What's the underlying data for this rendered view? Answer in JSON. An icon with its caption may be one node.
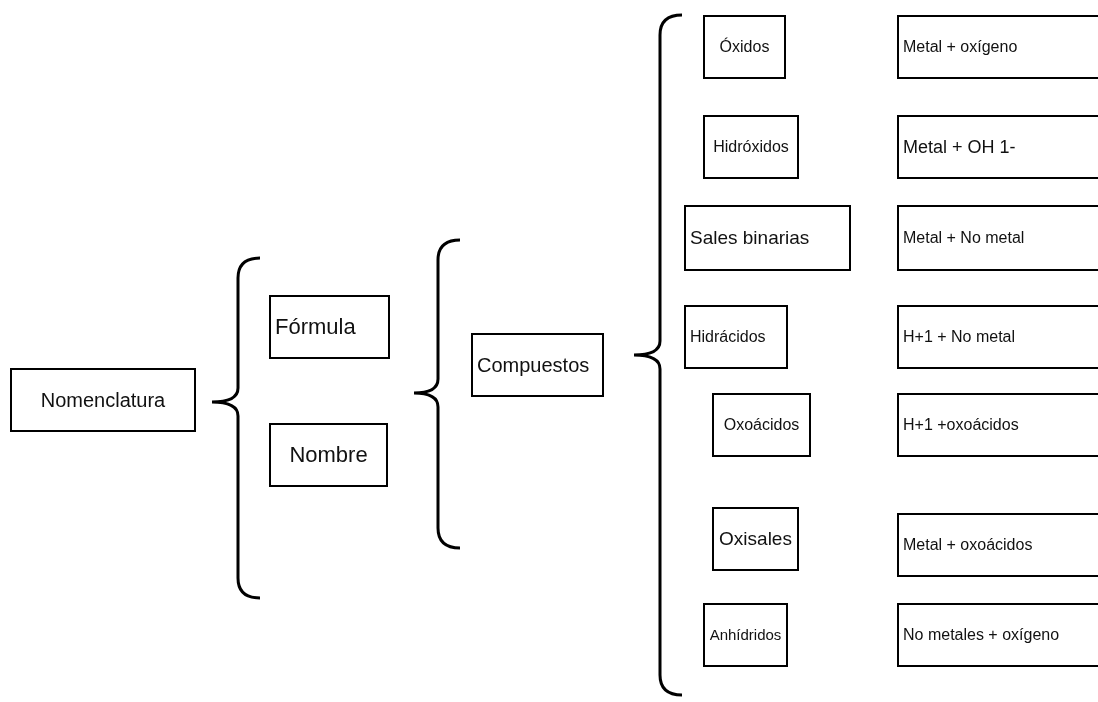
{
  "diagram": {
    "nodes": [
      {
        "text": [
          "Nomenclatura"
        ]
      },
      {
        "text": [
          "Fórmula"
        ]
      },
      {
        "text": [
          "Nombre"
        ]
      },
      {
        "text": [
          "Compuestos"
        ]
      },
      {
        "text": [
          "Óxidos"
        ]
      },
      {
        "text": [
          "Metal + oxígeno"
        ]
      },
      {
        "text": [
          "Hidróxidos"
        ]
      },
      {
        "text": [
          "Metal + OH 1-"
        ]
      },
      {
        "text": [
          "Sales binarias"
        ]
      },
      {
        "text": [
          "Metal + No metal"
        ]
      },
      {
        "text": [
          "Hidrácidos"
        ]
      },
      {
        "text": [
          "H+1 + No metal"
        ]
      },
      {
        "text": [
          "Oxoácidos"
        ]
      },
      {
        "text": [
          "H+1 +oxoácidos"
        ]
      },
      {
        "text": [
          "Oxisales"
        ]
      },
      {
        "text": [
          "Metal + oxoácidos"
        ]
      },
      {
        "text": [
          "Anhídridos"
        ]
      },
      {
        "text": [
          "No metales + oxígeno"
        ]
      }
    ]
  }
}
